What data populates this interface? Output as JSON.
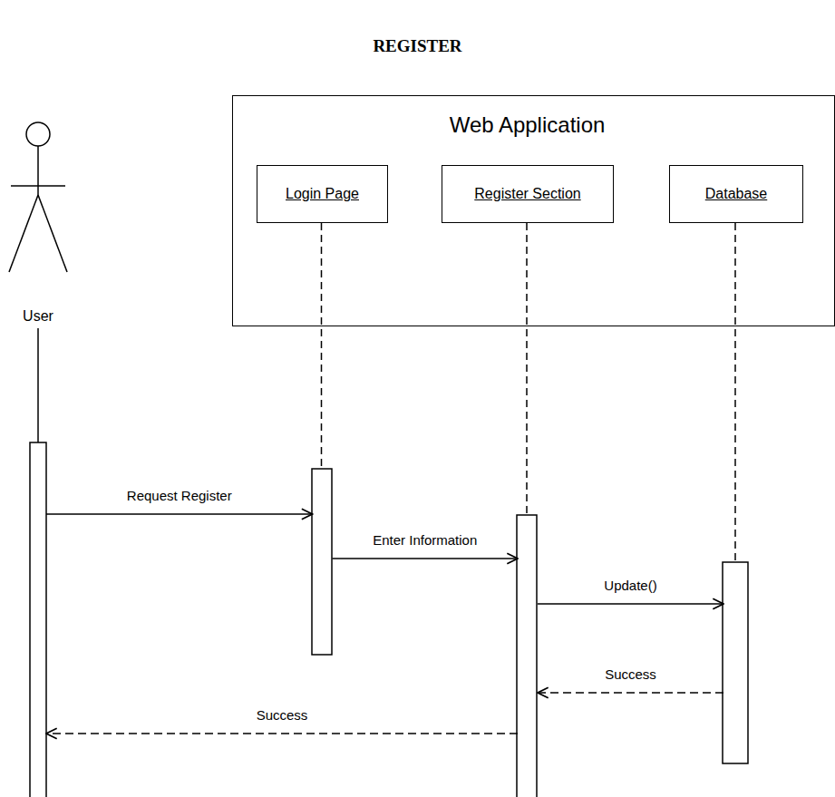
{
  "diagram": {
    "title": "REGISTER",
    "nodes": [
      {
        "text": [
          "User"
        ]
      },
      {
        "text": [
          "Web Application"
        ]
      },
      {
        "text": [
          "Login Page"
        ],
        "in": 1
      },
      {
        "text": [
          "Register Section"
        ],
        "in": 1
      },
      {
        "text": [
          "Database"
        ],
        "in": 1
      }
    ],
    "edges": [
      {
        "from": 0,
        "to": 2,
        "label": "Request Register",
        "arrow": "to"
      },
      {
        "from": 2,
        "to": 3,
        "label": "Enter Information",
        "arrow": "to"
      },
      {
        "from": 3,
        "to": 4,
        "label": "Update()",
        "arrow": "to"
      },
      {
        "from": 4,
        "to": 3,
        "label": "Success",
        "arrow": "to"
      },
      {
        "from": 3,
        "to": 0,
        "label": "Success",
        "arrow": "to"
      }
    ]
  }
}
